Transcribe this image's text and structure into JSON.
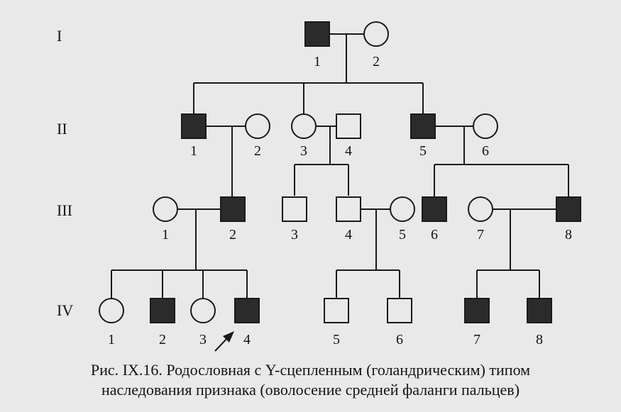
{
  "generations": [
    {
      "label": "I",
      "members": [
        {
          "num": "1",
          "sex": "male",
          "affected": true
        },
        {
          "num": "2",
          "sex": "female",
          "affected": false
        }
      ]
    },
    {
      "label": "II",
      "members": [
        {
          "num": "1",
          "sex": "male",
          "affected": true
        },
        {
          "num": "2",
          "sex": "female",
          "affected": false
        },
        {
          "num": "3",
          "sex": "female",
          "affected": false
        },
        {
          "num": "4",
          "sex": "male",
          "affected": false
        },
        {
          "num": "5",
          "sex": "male",
          "affected": true
        },
        {
          "num": "6",
          "sex": "female",
          "affected": false
        }
      ]
    },
    {
      "label": "III",
      "members": [
        {
          "num": "1",
          "sex": "female",
          "affected": false
        },
        {
          "num": "2",
          "sex": "male",
          "affected": true
        },
        {
          "num": "3",
          "sex": "male",
          "affected": false
        },
        {
          "num": "4",
          "sex": "male",
          "affected": false
        },
        {
          "num": "5",
          "sex": "female",
          "affected": false
        },
        {
          "num": "6",
          "sex": "male",
          "affected": true
        },
        {
          "num": "7",
          "sex": "female",
          "affected": false
        },
        {
          "num": "8",
          "sex": "male",
          "affected": true
        }
      ]
    },
    {
      "label": "IV",
      "members": [
        {
          "num": "1",
          "sex": "female",
          "affected": false
        },
        {
          "num": "2",
          "sex": "male",
          "affected": true
        },
        {
          "num": "3",
          "sex": "female",
          "affected": false
        },
        {
          "num": "4",
          "sex": "male",
          "affected": true,
          "proband": true
        },
        {
          "num": "5",
          "sex": "male",
          "affected": false
        },
        {
          "num": "6",
          "sex": "male",
          "affected": false
        },
        {
          "num": "7",
          "sex": "male",
          "affected": true
        },
        {
          "num": "8",
          "sex": "male",
          "affected": true
        }
      ]
    }
  ],
  "caption": {
    "line1": "Рис. IX.16. Родословная с Y-сцепленным (голандрическим) типом",
    "line2": "наследования признака (оволосение средней фаланги пальцев)"
  },
  "colors": {
    "affected": "#2b2b2b",
    "line": "#1a1a1a",
    "background": "#e9e9e9"
  }
}
